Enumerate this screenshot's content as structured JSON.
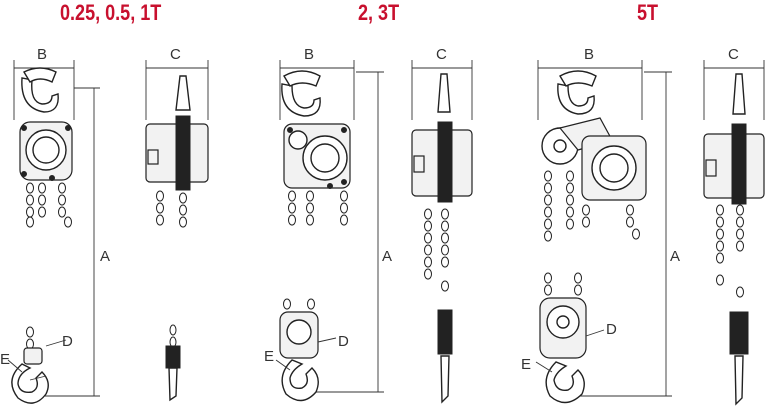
{
  "titles": {
    "group1": "0.25, 0.5, 1T",
    "group2": "2, 3T",
    "group3": "5T"
  },
  "dimension_labels": {
    "a": "A",
    "b": "B",
    "c": "C",
    "d": "D",
    "e": "E"
  },
  "colors": {
    "title": "#c8102e",
    "line": "#222222",
    "label": "#333333"
  }
}
